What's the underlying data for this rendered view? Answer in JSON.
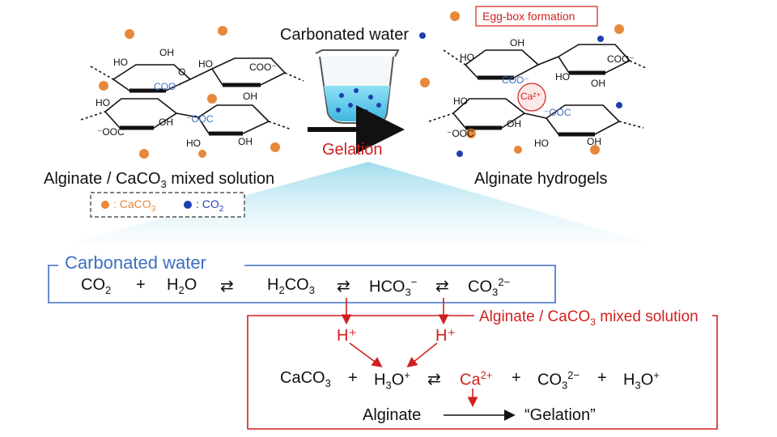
{
  "top": {
    "left_caption": "Alginate / CaCO3 mixed solution",
    "left_caption_main": "Alginate / CaCO",
    "left_caption_sub": "3",
    "left_caption_tail": " mixed solution",
    "right_caption": "Alginate hydrogels",
    "water_label": "Carbonated water",
    "gel_label": "Gelation",
    "eggbox_label": "Egg-box formation",
    "ca_bubble": "Ca²⁺",
    "legend": {
      "caco3_label": ": CaCO",
      "caco3_sub": "3",
      "co2_label": ": CO",
      "co2_sub": "2"
    },
    "ring_labels": {
      "oh": "OH",
      "ho": "HO",
      "coo": "COO⁻",
      "coo_blue": "COO⁻",
      "ooc": "⁻OOC",
      "o": "O"
    }
  },
  "bottom": {
    "water_box_title": "Carbonated water",
    "eq1": {
      "co2": "CO",
      "co2_sub": "2",
      "plus": "+",
      "h2o_a": "H",
      "h2o_sub": "2",
      "h2o_b": "O",
      "arrow1": "⇄",
      "h2co3_a": "H",
      "h2co3_sub1": "2",
      "h2co3_b": "CO",
      "h2co3_sub2": "3",
      "arrow2": "⇄",
      "hco3": "HCO",
      "hco3_sub": "3",
      "hco3_sup": "−",
      "arrow3": "⇄",
      "co3": "CO",
      "co3_sub": "3",
      "co3_sup": "2−"
    },
    "h_plus_1": "H⁺",
    "h_plus_2": "H⁺",
    "mix_box_title": "Alginate / CaCO3 mixed solution",
    "mix_box_main": "Alginate / CaCO",
    "mix_box_sub": "3",
    "mix_box_tail": " mixed solution",
    "eq2": {
      "caco3": "CaCO",
      "caco3_sub": "3",
      "plus1": "+",
      "h3o": "H",
      "h3o_sub": "3",
      "h3o_b": "O",
      "h3o_sup": "+",
      "arrow": "⇄",
      "ca": "Ca",
      "ca_sup": "2+",
      "plus2": "+",
      "co3": "CO",
      "co3_sub": "3",
      "co3_sup": "2−",
      "plus3": "+",
      "h3o2": "H",
      "h3o2_sub": "3",
      "h3o2_b": "O",
      "h3o2_sup": "+"
    },
    "eq3": {
      "alginate": "Alginate",
      "gelation": "“Gelation”"
    }
  },
  "colors": {
    "caco3_particle": "#e8883a",
    "co2_particle": "#1f3fb0",
    "blue_text": "#3d6fc4",
    "red_text": "#d21f1f",
    "beam": "#bfe7f2"
  }
}
